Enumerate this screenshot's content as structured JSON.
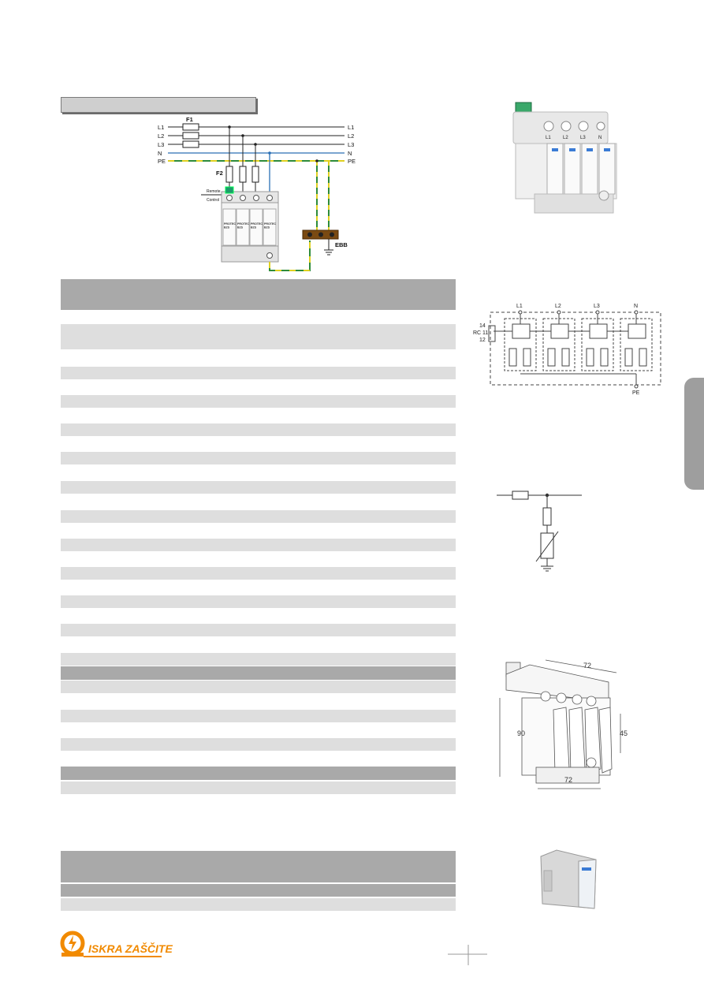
{
  "wiring": {
    "left_labels": [
      "L1",
      "L2",
      "L3",
      "N",
      "PE"
    ],
    "right_labels": [
      "L1",
      "L2",
      "L3",
      "N",
      "PE"
    ],
    "fuse_main": "F1",
    "fuse_branch": "F2",
    "remote": "Remote",
    "control": "Control",
    "module_labels": [
      "PROTEC\nB2S",
      "PROTEC\nB2S",
      "PROTEC\nB2S",
      "PROTEC\nB2S"
    ],
    "ebb": "EBB"
  },
  "photo": {
    "terminal_labels": [
      "L1",
      "L2",
      "L3",
      "N"
    ]
  },
  "schematic": {
    "top_labels": [
      "L1",
      "L2",
      "L3",
      "N"
    ],
    "side_labels": [
      "14",
      "RC 11",
      "12"
    ],
    "bottom_label": "PE"
  },
  "dimensions": {
    "top": "72",
    "left": "90",
    "right": "45",
    "bottom": "72"
  },
  "logo": {
    "brand": "ISKRA ZAŠČITE"
  },
  "colors": {
    "header_row": "#a9a9a9",
    "light_row": "#dedede",
    "brand_orange": "#f18a00",
    "pe_green": "#2e8b3a",
    "pe_yellow": "#e0d020",
    "n_blue": "#2a6fb5",
    "ebb_brown": "#7a4a12"
  }
}
